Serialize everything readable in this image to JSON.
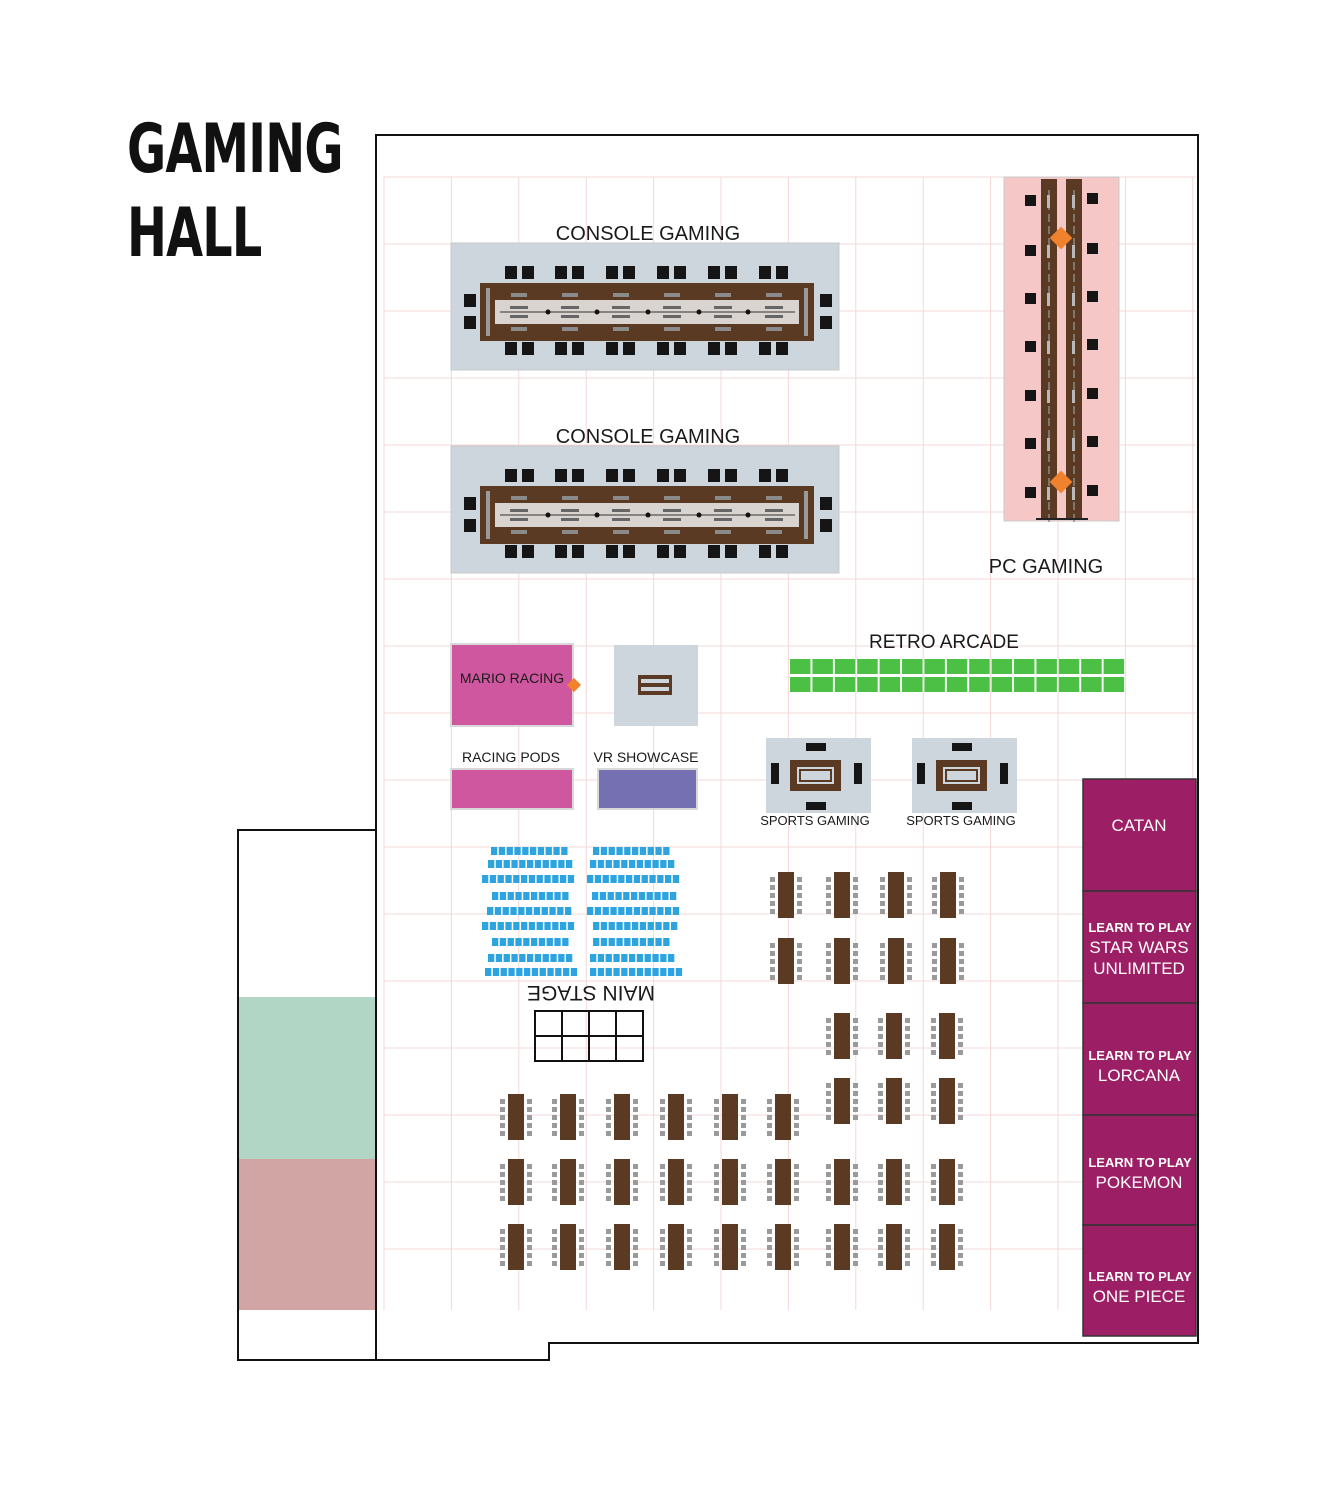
{
  "title": {
    "line1": "GAMING",
    "line2": "HALL"
  },
  "colors": {
    "console_zone": "#cdd6dc",
    "table_brown": "#5a3a22",
    "pc_zone": "#f6c7c7",
    "accent_diamond": "#f0822d",
    "mario_racing": "#cf579f",
    "racing_pods": "#cf579f",
    "vr_showcase": "#7470b1",
    "retro_arcade": "#4cbf45",
    "stage_seats": "#2da4df",
    "tabletop_rooms": "#9c1f66",
    "side_room_green": "#b2d6c5",
    "side_room_pink": "#d2a5a5",
    "grid": "#f3d8d8"
  },
  "zones": {
    "console_gaming_1": "CONSOLE GAMING",
    "console_gaming_2": "CONSOLE GAMING",
    "pc_gaming": "PC GAMING",
    "mario_racing": "MARIO RACING",
    "racing_pods": "RACING PODS",
    "vr_showcase": "VR SHOWCASE",
    "retro_arcade": "RETRO ARCADE",
    "sports_gaming_1": "SPORTS GAMING",
    "sports_gaming_2": "SPORTS GAMING",
    "main_stage": "MAIN STAGE"
  },
  "rooms": [
    {
      "line1": "CATAN",
      "line2": ""
    },
    {
      "line1": "LEARN TO PLAY",
      "line2": "STAR WARS",
      "line3": "UNLIMITED"
    },
    {
      "line1": "LEARN TO PLAY",
      "line2": "LORCANA"
    },
    {
      "line1": "LEARN TO PLAY",
      "line2": "POKEMON"
    },
    {
      "line1": "LEARN TO PLAY",
      "line2": "ONE PIECE"
    }
  ]
}
